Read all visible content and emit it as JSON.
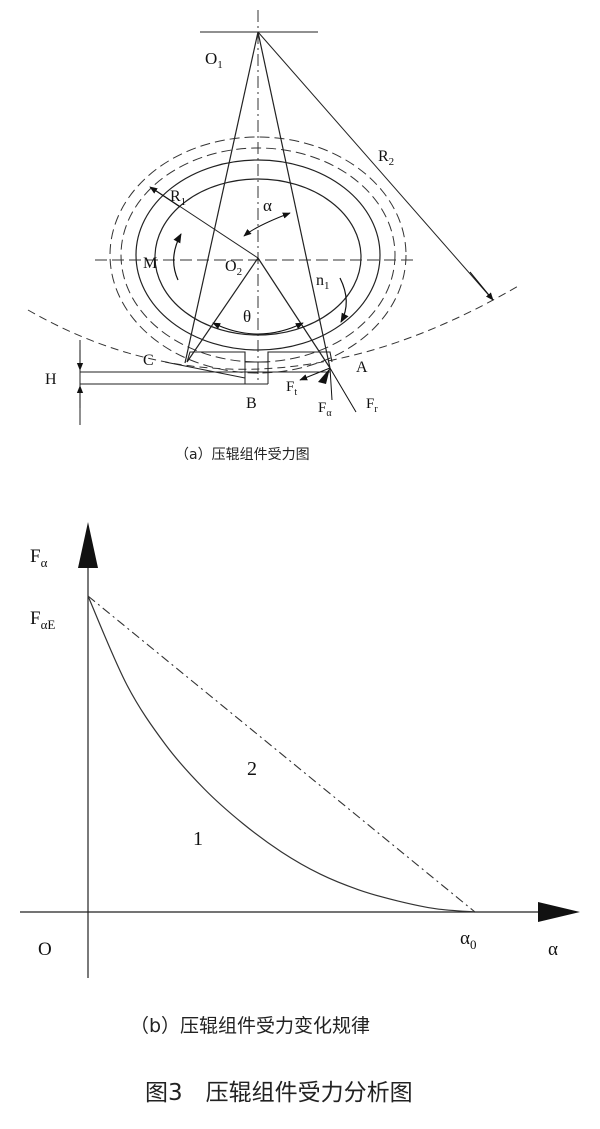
{
  "figure": {
    "caption": "图3　压辊组件受力分析图",
    "part_a": {
      "caption": "（a）压辊组件受力图",
      "labels": {
        "O1": "O",
        "O1_sub": "1",
        "O2": "O",
        "O2_sub": "2",
        "R1": "R",
        "R1_sub": "1",
        "R2": "R",
        "R2_sub": "2",
        "alpha": "α",
        "theta": "θ",
        "M": "M",
        "n1": "n",
        "n1_sub": "1",
        "A": "A",
        "B": "B",
        "C": "C",
        "H": "H",
        "Ft": "F",
        "Ft_sub": "t",
        "Fa": "F",
        "Fa_sub": "α",
        "Fr": "F",
        "Fr_sub": "r"
      }
    },
    "part_b": {
      "caption": "（b）压辊组件受力变化规律",
      "y_axis_label": "F",
      "y_axis_label_sub": "α",
      "y_tick_label": "F",
      "y_tick_label_sub": "αE",
      "x_axis_label": "α",
      "x_tick_label": "α",
      "x_tick_label_sub": "0",
      "origin_label": "O",
      "curve1_label": "1",
      "curve2_label": "2"
    }
  },
  "chart_data": {
    "type": "line",
    "title": "",
    "xlabel": "α",
    "ylabel": "Fα",
    "series": [
      {
        "name": "1",
        "style": "solid",
        "x": [
          0,
          0.1,
          0.2,
          0.3,
          0.4,
          0.5,
          0.6,
          0.7,
          0.8,
          0.9,
          1.0
        ],
        "y": [
          1.0,
          0.72,
          0.53,
          0.39,
          0.28,
          0.19,
          0.12,
          0.07,
          0.035,
          0.01,
          0
        ]
      },
      {
        "name": "2",
        "style": "dashed",
        "x": [
          0,
          1.0
        ],
        "y": [
          1.0,
          0
        ]
      }
    ],
    "x_ticks": [
      "α0"
    ],
    "y_ticks": [
      "FαE"
    ],
    "grid": false
  }
}
